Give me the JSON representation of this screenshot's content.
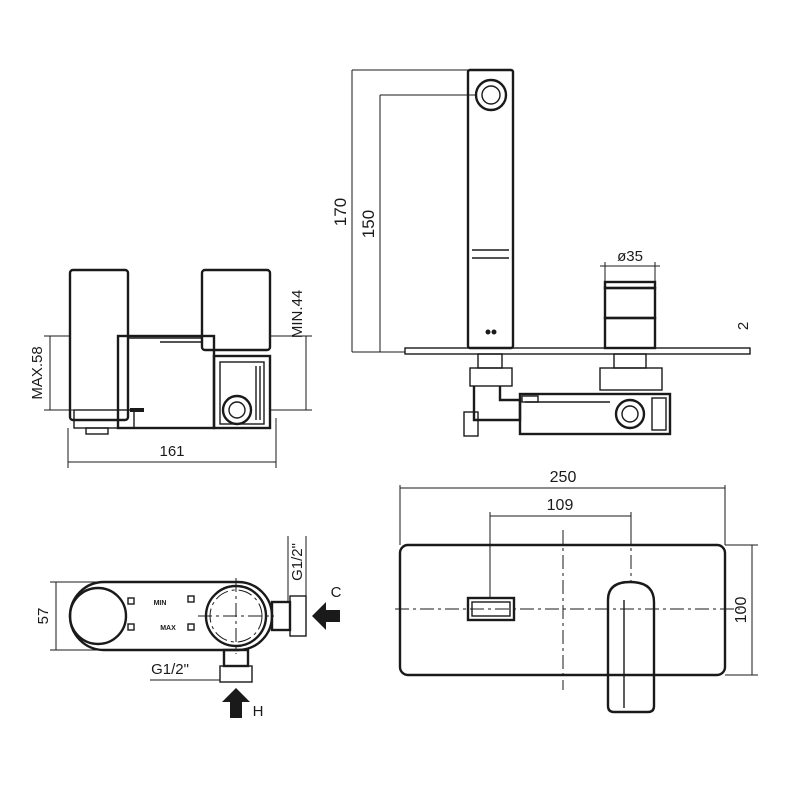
{
  "dimensions": {
    "height_max": "MAX.58",
    "height_min": "MIN.44",
    "body_width": "161",
    "spout_height_total": "170",
    "spout_height_outlet": "150",
    "handle_diameter": "ø35",
    "plate_thickness": "2",
    "plate_width": "250",
    "axis_distance": "109",
    "plate_height": "100",
    "body_depth": "57",
    "cold_thread": "G1/2\"",
    "hot_thread": "G1/2\""
  },
  "labels": {
    "cold": "C",
    "hot": "H",
    "min_mark": "MIN",
    "max_mark": "MAX"
  }
}
